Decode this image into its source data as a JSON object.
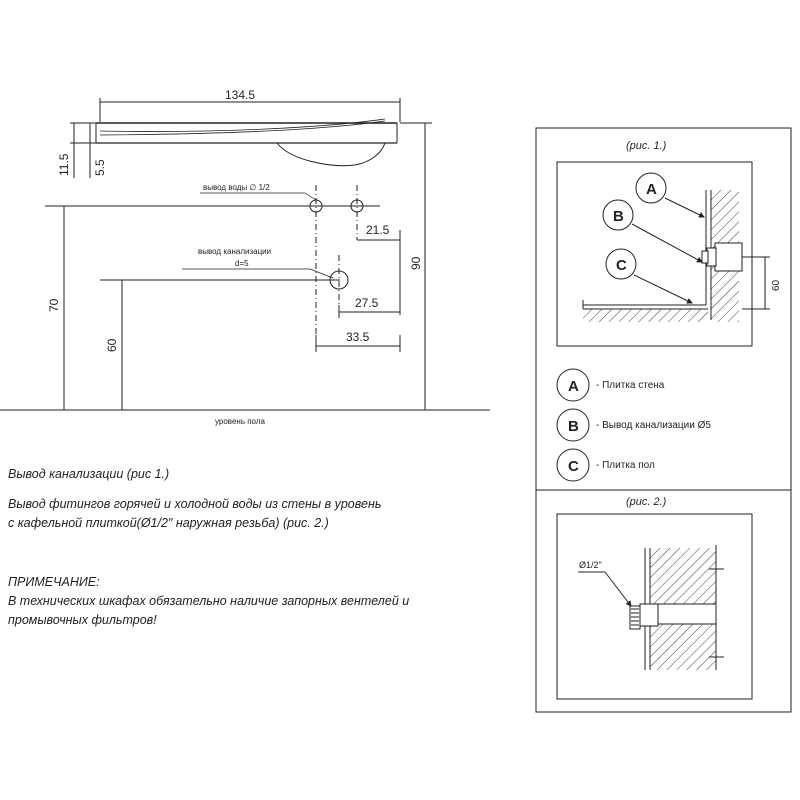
{
  "dimensions": {
    "width_total": "134.5",
    "thickness": "11.5",
    "rim": "5.5",
    "height_total": "90",
    "height_water": "70",
    "height_drain": "60",
    "offset_1": "21.5",
    "offset_2": "27.5",
    "offset_3": "33.5"
  },
  "callouts": {
    "water_outlet": "вывод воды ∅ 1/2",
    "drain_outlet_line1": "вывод канализации",
    "drain_outlet_line2": "d=5",
    "floor_level": "уровень пола"
  },
  "fig1": {
    "title": "(рис. 1.)",
    "dim_60": "60",
    "markers": [
      "A",
      "B",
      "C"
    ]
  },
  "legend": [
    {
      "letter": "A",
      "text": "- Плитка стена"
    },
    {
      "letter": "B",
      "text": "- Вывод канализации   Ø5"
    },
    {
      "letter": "C",
      "text": "- Плитка пол"
    }
  ],
  "fig2": {
    "title": "(рис. 2.)",
    "pipe_label": "Ø1/2\""
  },
  "notes": {
    "line1": "Вывод канализации (рис 1.)",
    "line2a": "Вывод фитингов горячей и холодной воды из стены в уровень",
    "line2b": "с кафельной плиткой(Ø1/2\" наружная резьба) (рис. 2.)",
    "note_title": "ПРИМЕЧАНИЕ:",
    "note_line1": "В технических шкафах обязательно наличие запорных вентелей и",
    "note_line2": "промывочных фильтров!"
  },
  "colors": {
    "line": "#222222",
    "hatch": "#444444"
  }
}
